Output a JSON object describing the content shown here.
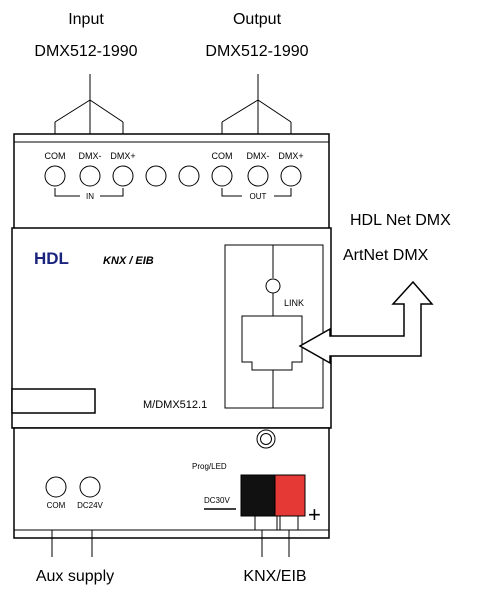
{
  "labels": {
    "input_title": "Input",
    "input_protocol": "DMX512-1990",
    "output_title": "Output",
    "output_protocol": "DMX512-1990",
    "net_line1": "HDL Net DMX",
    "net_line2": "ArtNet DMX",
    "aux_supply": "Aux supply",
    "bus": "KNX/EIB"
  },
  "terminals": {
    "in": [
      "COM",
      "DMX-",
      "DMX+"
    ],
    "in_group": "IN",
    "out": [
      "COM",
      "DMX-",
      "DMX+"
    ],
    "out_group": "OUT",
    "power": [
      "COM",
      "DC24V"
    ]
  },
  "device": {
    "brand": "HDL",
    "knx_logo": "KNX / EIB",
    "link_label": "LINK",
    "model": "M/DMX512.1",
    "prog_led": "Prog/LED",
    "dc30v": "DC30V",
    "plus_symbol": "+"
  },
  "colors": {
    "bus_red": "#e53935",
    "bus_black": "#111111",
    "brand_blue": "#1a237e"
  }
}
